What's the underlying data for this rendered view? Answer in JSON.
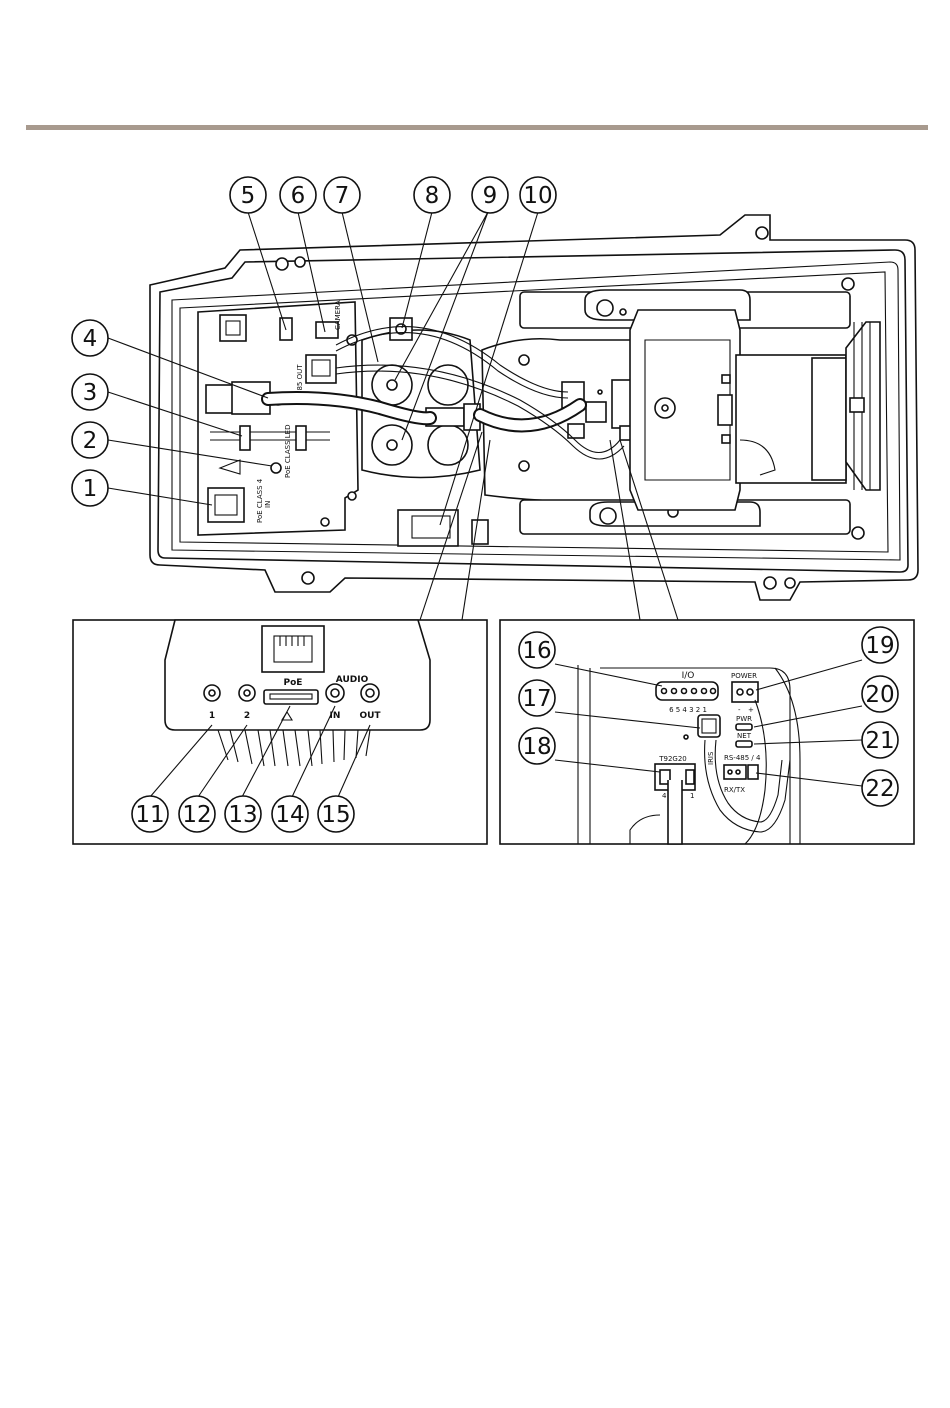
{
  "callouts": {
    "c1": "1",
    "c2": "2",
    "c3": "3",
    "c4": "4",
    "c5": "5",
    "c6": "6",
    "c7": "7",
    "c8": "8",
    "c9": "9",
    "c10": "10",
    "c11": "11",
    "c12": "12",
    "c13": "13",
    "c14": "14",
    "c15": "15",
    "c16": "16",
    "c17": "17",
    "c18": "18",
    "c19": "19",
    "c20": "20",
    "c21": "21",
    "c22": "22"
  },
  "main_labels": {
    "camera": "CAMERA",
    "rs485": "485 OUT",
    "poe_class_led": "PoE CLASS LED",
    "poe_class4": "PoE CLASS 4",
    "poe_in": "IN"
  },
  "inset_left": {
    "poe": "PoE",
    "audio": "AUDIO",
    "in1": "1",
    "in2": "2",
    "audio_in": "IN",
    "audio_out": "OUT"
  },
  "inset_right": {
    "io": "I/O",
    "io_pins": "6 5 4 3 2 1",
    "power": "POWER",
    "power_minus": "-",
    "power_plus": "+",
    "pwr": "PWR",
    "net": "NET",
    "rs485": "RS-485 / 4",
    "rxtx": "RX/TX",
    "iris": "IRIS",
    "t92": "T92G20",
    "pin4": "4",
    "pin1": "1"
  }
}
